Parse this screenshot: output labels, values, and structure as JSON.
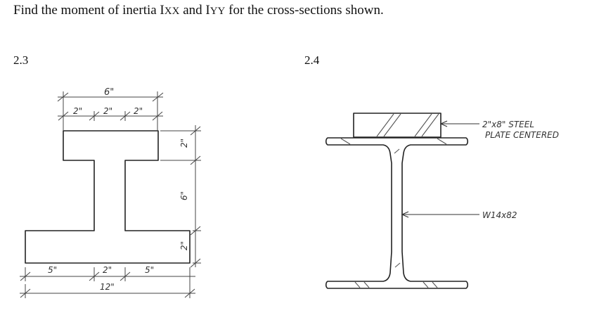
{
  "problem": {
    "text_before": "Find the moment of inertia I",
    "sub_xx": "XX",
    "text_and": " and I",
    "sub_yy": "YY",
    "text_after": " for the cross-sections shown."
  },
  "figures": [
    {
      "number": "2.3",
      "dims": {
        "top_total": "6\"",
        "top_segments": [
          "2\"",
          "2\"",
          "2\""
        ],
        "right_flange": "2\"",
        "right_web": "6\"",
        "right_bottom": "2\"",
        "bottom_segments": [
          "5\"",
          "2\"",
          "5\""
        ],
        "bottom_total": "12\""
      }
    },
    {
      "number": "2.4",
      "plate_note_line1": "2\"x8\" STEEL",
      "plate_note_line2": "PLATE CENTERED",
      "beam_note": "W14x82"
    }
  ],
  "colors": {
    "ink": "#222222",
    "text": "#111111"
  }
}
